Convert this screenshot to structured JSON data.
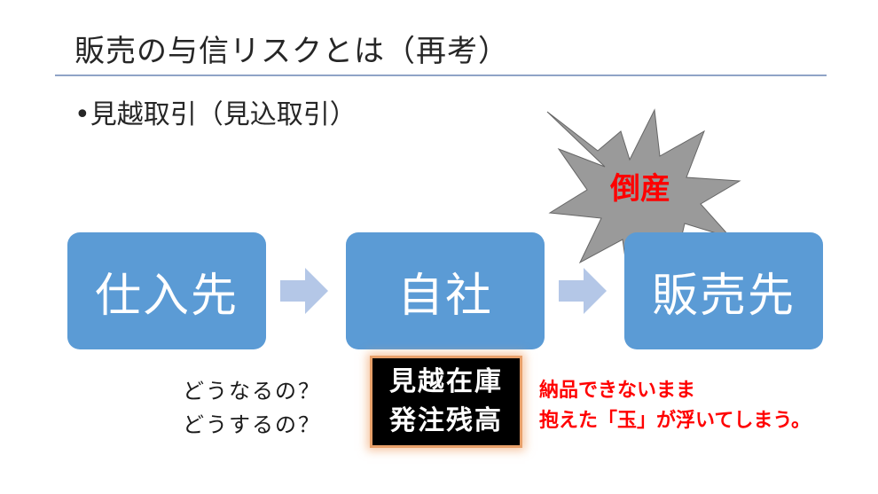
{
  "slide": {
    "title": "販売の与信リスクとは（再考）",
    "bullet": "•見越取引（見込取引）"
  },
  "flow": {
    "boxes": [
      "仕入先",
      "自社",
      "販売先"
    ],
    "box_color": "#5b9bd5",
    "arrow_color": "#b4c7e7"
  },
  "bankruptcy": {
    "label": "倒産",
    "label_color": "#ff0000",
    "burst_color": "#9a9a9a"
  },
  "question": {
    "line1": "どうなるの？",
    "line2": "どうするの？"
  },
  "inventory": {
    "line1": "見越在庫",
    "line2": "発注残高"
  },
  "note": {
    "line1": "納品できないまま",
    "line2": "抱えた「玉」が浮いてしまう。"
  }
}
